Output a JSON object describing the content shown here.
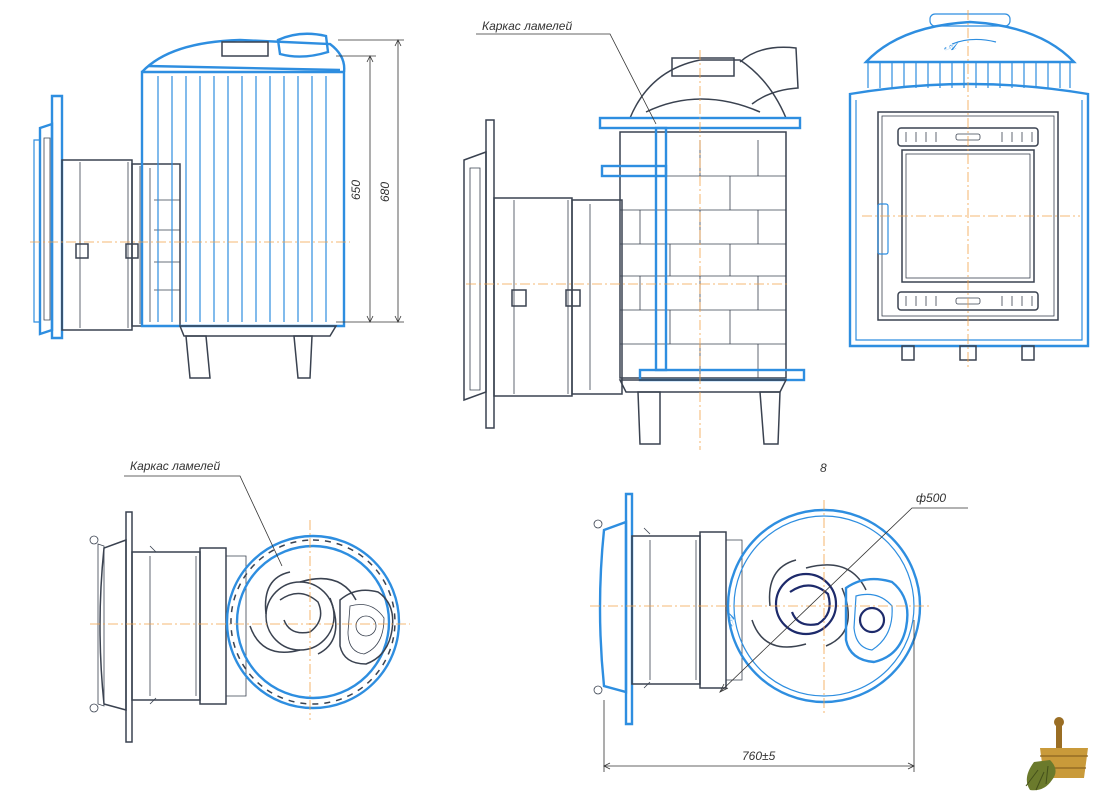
{
  "labels": {
    "frame_label_top": "Каркас ламелей",
    "frame_label_bottom": "Каркас ламелей",
    "stray_mark": "8"
  },
  "dimensions": {
    "height_inner": "650",
    "height_outer": "680",
    "diameter": "ф500",
    "width": "760±5"
  },
  "colors": {
    "line_blue": "#2e8ee0",
    "line_dark": "#3a4250",
    "line_navy": "#1d2a6b",
    "centerline": "#f2a24a",
    "logo_wood": "#c99a3a"
  },
  "icons": {
    "corner_logo": "bath-bucket-with-broom-icon"
  }
}
